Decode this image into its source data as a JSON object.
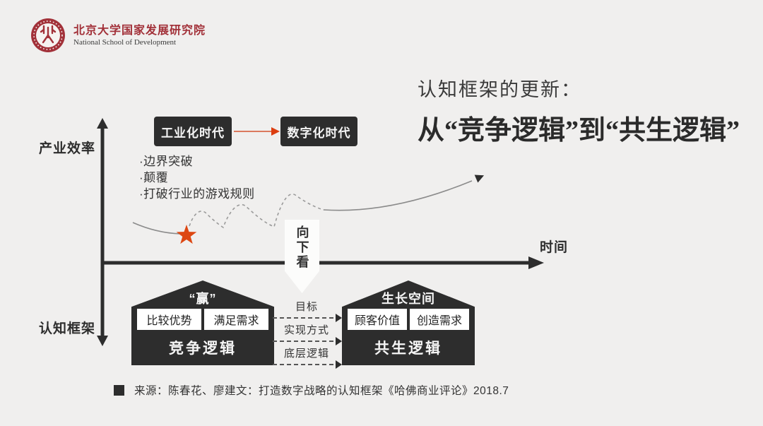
{
  "colors": {
    "background": "#f0efee",
    "dark": "#2d2d2d",
    "accent_red": "#dc4712",
    "logo_red": "#a23139",
    "curve_gray": "#8b8b8b",
    "white_box": "#ffffff"
  },
  "header": {
    "org_cn": "北京大学国家发展研究院",
    "org_en": "National School of Development",
    "logo": "pku-seal-icon"
  },
  "title": {
    "line1": "认知框架的更新：",
    "line2": "从“竞争逻辑”到“共生逻辑”"
  },
  "axes": {
    "y_label": "产业效率",
    "y_bottom_label": "认知框架",
    "x_label": "时间"
  },
  "timeline": {
    "from": "工业化时代",
    "to": "数字化时代",
    "bullets": [
      "·边界突破",
      "·颠覆",
      "·打破行业的游戏规则"
    ]
  },
  "look_down": {
    "label": "向下看"
  },
  "houses": {
    "left": {
      "roof": "“赢”",
      "cells": [
        "比较优势",
        "满足需求"
      ],
      "base": "竞争逻辑"
    },
    "right": {
      "roof": "生长空间",
      "cells": [
        "顾客价值",
        "创造需求"
      ],
      "base": "共生逻辑"
    }
  },
  "flow": {
    "labels": [
      "目标",
      "实现方式",
      "底层逻辑"
    ]
  },
  "source": {
    "text": "来源：陈春花、廖建文：打造数字战略的认知框架《哈佛商业评论》2018.7"
  }
}
